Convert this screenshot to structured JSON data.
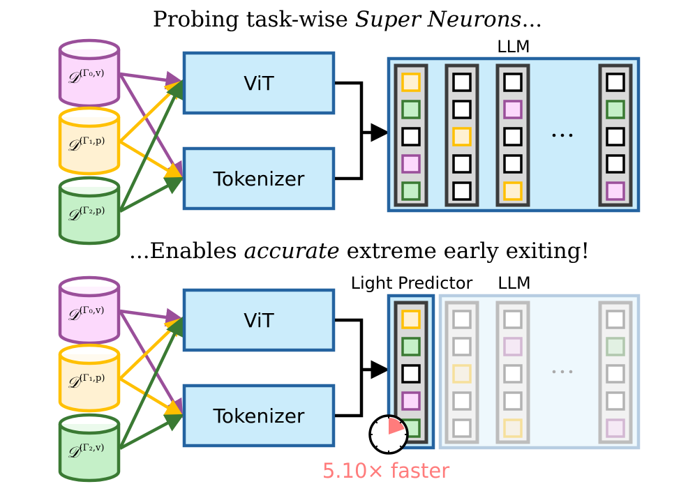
{
  "titles": {
    "top_prefix": "Probing task-wise ",
    "top_italic": "Super Neurons",
    "top_suffix": "...",
    "bottom_prefix": "...Enables ",
    "bottom_italic": "accurate",
    "bottom_suffix": " extreme early exiting!"
  },
  "colors": {
    "purple": "#9a4f9a",
    "purple_fill": "#fcd9fc",
    "yellow": "#ffc000",
    "yellow_fill": "#fff1d2",
    "green": "#3a7a33",
    "green_fill": "#c5f0c8",
    "blue_border": "#2463a0",
    "blue_fill": "#cbecfb",
    "faded_blue_border": "#b7cde2",
    "faded_blue_fill": "#eef8fd",
    "column_border": "#3c3c3c",
    "column_fill": "#d9d9d9",
    "faded_column_border": "#bdbdbd",
    "faded_column_fill": "#f2f2f2",
    "speed_red": "#ff7c7c"
  },
  "top_panel": {
    "datasets": [
      {
        "label_base": "𝒟",
        "sup": "(Γ₀,v)",
        "color": "purple"
      },
      {
        "label_base": "𝒟",
        "sup": "(Γ₁,p)",
        "color": "yellow"
      },
      {
        "label_base": "𝒟",
        "sup": "(Γ₂,p)",
        "color": "green"
      }
    ],
    "encoders": [
      "ViT",
      "Tokenizer"
    ],
    "llm_label": "LLM",
    "ellipsis": "···",
    "columns": [
      [
        "yellow",
        "green",
        "black",
        "purple",
        "green"
      ],
      [
        "black",
        "black",
        "yellow",
        "black",
        "black"
      ],
      [
        "black",
        "purple",
        "black",
        "black",
        "yellow"
      ],
      [
        "black",
        "green",
        "black",
        "black",
        "purple"
      ]
    ]
  },
  "bottom_panel": {
    "datasets": [
      {
        "label_base": "𝒟",
        "sup": "(Γ₀,v)",
        "color": "purple"
      },
      {
        "label_base": "𝒟",
        "sup": "(Γ₁,p)",
        "color": "yellow"
      },
      {
        "label_base": "𝒟",
        "sup": "(Γ₂,v)",
        "color": "green"
      }
    ],
    "encoders": [
      "ViT",
      "Tokenizer"
    ],
    "predictor_label": "Light Predictor",
    "llm_label": "LLM",
    "ellipsis": "···",
    "predictor_column": [
      "yellow",
      "green",
      "black",
      "purple",
      "green"
    ],
    "faded_columns": [
      [
        "black",
        "black",
        "yellow",
        "black",
        "black"
      ],
      [
        "black",
        "purple",
        "black",
        "black",
        "yellow"
      ],
      [
        "black",
        "green",
        "black",
        "black",
        "purple"
      ]
    ],
    "speedup_label": "5.10× faster",
    "timer_fraction": 0.196
  }
}
